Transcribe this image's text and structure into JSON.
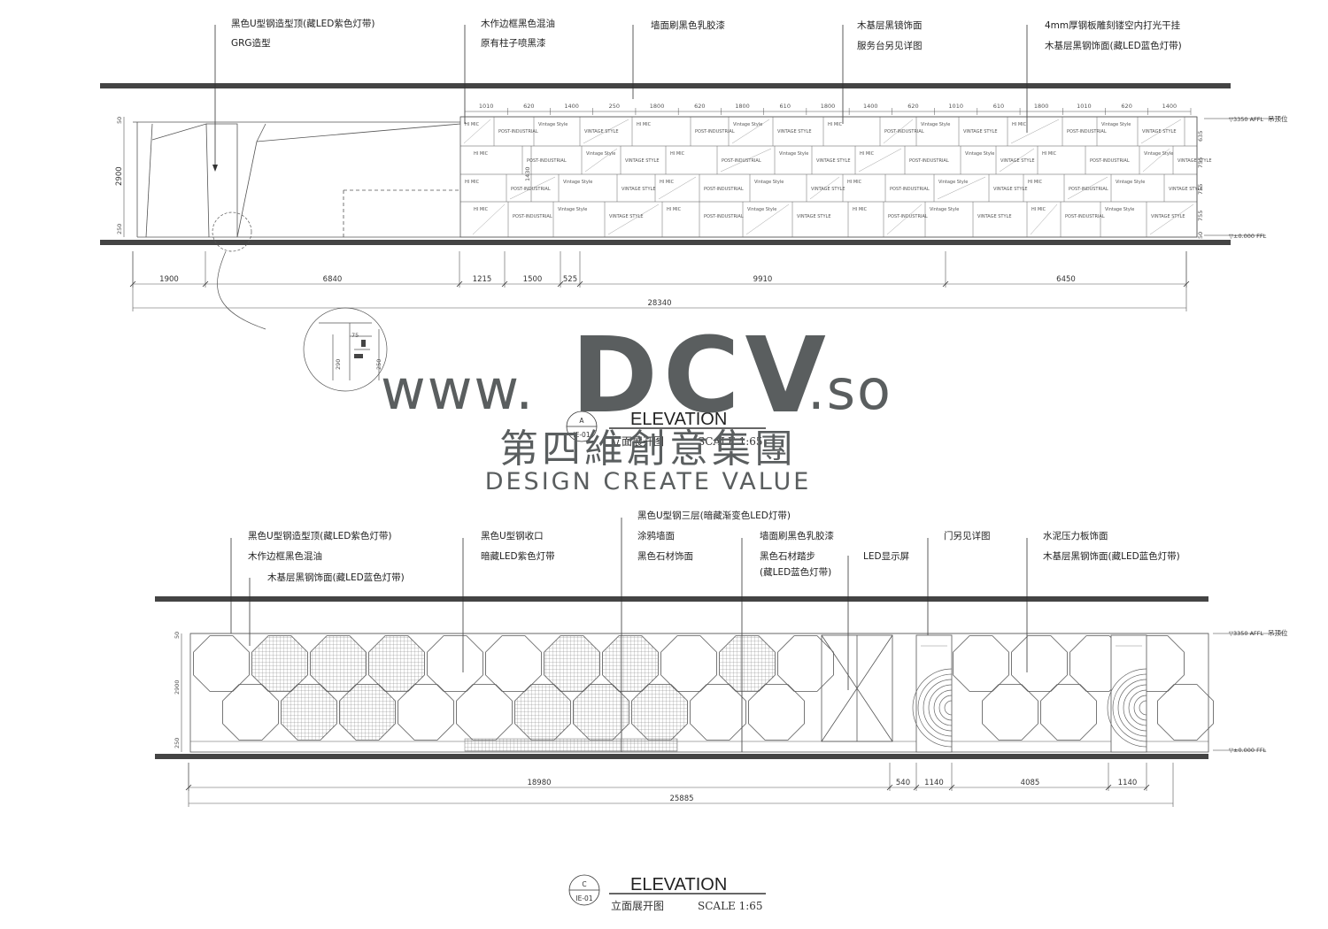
{
  "drawing_a": {
    "callouts_top": [
      {
        "line1": "黑色U型钢造型顶(藏LED紫色灯带)",
        "line2": "GRG造型"
      },
      {
        "line1": "木作边框黑色混油",
        "line2": "原有柱子喷黑漆"
      },
      {
        "line1": "墙面刷黑色乳胶漆",
        "line2": ""
      },
      {
        "line1": "木基层黑镜饰面",
        "line2": "服务台另见详图"
      },
      {
        "line1": "4mm厚钢板雕刻镂空内打光干挂",
        "line2": "木基层黑钢饰面(藏LED蓝色灯带)"
      }
    ],
    "top_dims": [
      "1010",
      "620",
      "1400",
      "250",
      "1800",
      "620",
      "1800",
      "610",
      "1800",
      "1400",
      "620",
      "1010",
      "610",
      "1800",
      "1010",
      "620",
      "1400"
    ],
    "left_dims": [
      "50",
      "2900",
      "250"
    ],
    "right_dims": [
      "635",
      "755",
      "755",
      "755",
      "50"
    ],
    "inner_dim": "1430",
    "level_top": "▽3350 AFFL",
    "level_top_note": "吊顶位",
    "level_bottom": "▽±0.000 FFL",
    "bottom_dims": [
      "1900",
      "6840",
      "1215",
      "1500",
      "525",
      "9910",
      "6450"
    ],
    "total_dim": "28340",
    "detail_dims": [
      "75",
      "290",
      "250"
    ],
    "panel_texts": [
      "HI MIC",
      "POST-INDUSTRIAL",
      "Vintage Style",
      "VINTAGE STYLE"
    ],
    "title": {
      "index": "A",
      "sheet": "IE-01",
      "name": "ELEVATION",
      "sub": "立面展开图",
      "scale": "SCALE 1:65"
    }
  },
  "watermark": {
    "www": "www.",
    "brand": "DCV",
    "tld": ".so",
    "cn": "第四維創意集團",
    "en": "DESIGN CREATE VALUE"
  },
  "drawing_c": {
    "callouts_top": [
      {
        "line1": "黑色U型钢造型顶(藏LED紫色灯带)",
        "line2": "木作边框黑色混油",
        "line3": "木基层黑钢饰面(藏LED蓝色灯带)"
      },
      {
        "line1": "黑色U型钢收口",
        "line2": "暗藏LED紫色灯带",
        "line3": ""
      },
      {
        "line1": "黑色U型钢三层(暗藏渐变色LED灯带)",
        "line2": "涂鸦墙面",
        "line3": "黑色石材饰面"
      },
      {
        "line1": "墙面刷黑色乳胶漆",
        "line2": "黑色石材踏步",
        "line3": "(藏LED蓝色灯带)"
      },
      {
        "line1": "LED显示屏",
        "line2": "",
        "line3": ""
      },
      {
        "line1": "门另见详图",
        "line2": "",
        "line3": ""
      },
      {
        "line1": "水泥压力板饰面",
        "line2": "木基层黑钢饰面(藏LED蓝色灯带)",
        "line3": ""
      }
    ],
    "left_dims": [
      "50",
      "2900",
      "250"
    ],
    "level_top": "▽3350 AFFL",
    "level_top_note": "吊顶位",
    "level_bottom": "▽±0.000 FFL",
    "bottom_dims": [
      "18980",
      "540",
      "1140",
      "4085",
      "1140"
    ],
    "total_dim": "25885",
    "title": {
      "index": "C",
      "sheet": "IE-01",
      "name": "ELEVATION",
      "sub": "立面展开图",
      "scale": "SCALE 1:65"
    }
  }
}
